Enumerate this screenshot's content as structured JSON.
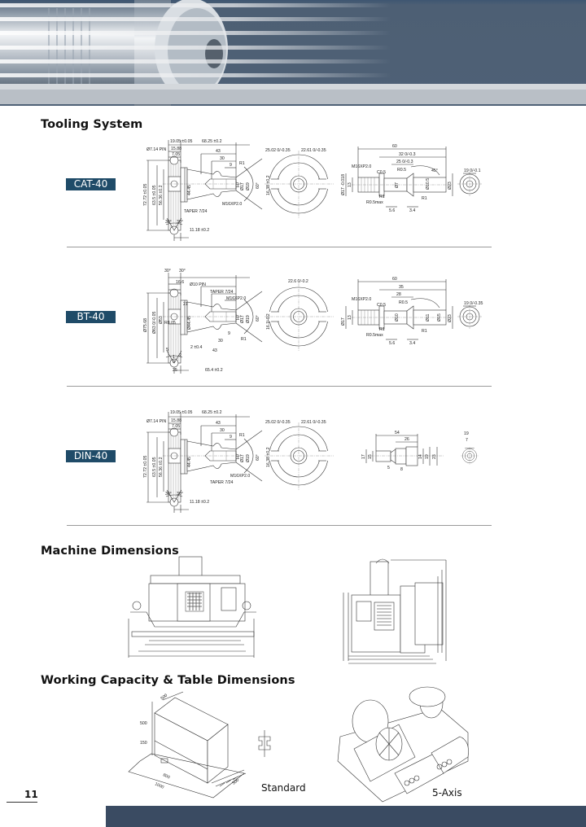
{
  "page_number": "11",
  "tooling": {
    "title": "Tooling System",
    "cat40": {
      "label": "CAT-40",
      "holder_dims": [
        "19.05 ±0.05",
        "68.25 ±0.2",
        "Ø7.14 PIN",
        "15.88",
        "7.05",
        "43",
        "30",
        "9",
        "R1",
        "72.72 ±0.05",
        "63.5 ±0.05",
        "56.36 ±0.2",
        "44.45",
        "M16XP2.0",
        "TAPER 7/24",
        "60°",
        "Ø17",
        "Ø19",
        "H7",
        "30°",
        "30°",
        "11.18 ±0.2"
      ],
      "front_dims": [
        "25.02 0/-0.35",
        "22.61 0/-0.35",
        "16.38 ±0.2"
      ],
      "stud_dims": [
        "60",
        "32 0/-0.3",
        "25 0/-0.3",
        "M16XP2.0",
        "C0.5",
        "R0.5",
        "45°",
        "Ø17 -0.018",
        "13",
        "R1",
        "R0.5max",
        "5.6",
        "3.4",
        "Ø7",
        "Ø10.5",
        "Ø23",
        "R1"
      ],
      "end_dims": [
        "19 0/-0.1"
      ]
    },
    "bt40": {
      "label": "BT-40",
      "holder_dims": [
        "30°",
        "30°",
        "16.6",
        "Ø10 PIN",
        "TAPER 7/24",
        "M16XP2.0",
        "21",
        "Ø75.68",
        "Ø63 0/-0.05",
        "Ø53",
        "R8.05",
        "Ø44.45",
        "H7",
        "Ø17",
        "Ø19",
        "60°",
        "9",
        "30",
        "R1",
        "2 ±0.4",
        "43",
        "5",
        "1",
        "0",
        "2",
        "25",
        "65.4 ±0.2"
      ],
      "front_dims": [
        "22.6 0/-0.2",
        "16.1H12"
      ],
      "stud_dims": [
        "60",
        "35",
        "28",
        "M16XP2.0",
        "C0.5",
        "R0.5",
        "Ø17",
        "13",
        "R1",
        "R0.5max",
        "5.6",
        "3.4",
        "Ø10",
        "Ø11",
        "Ø15",
        "Ø23",
        "R1"
      ],
      "end_dims": [
        "19 0/-0.35"
      ]
    },
    "din40": {
      "label": "DIN-40",
      "holder_dims": [
        "19.05 ±0.05",
        "68.25 ±0.2",
        "Ø7.14 PIN",
        "15.88",
        "7.05",
        "43",
        "30",
        "9",
        "R1",
        "72.72 ±0.05",
        "63.5 ±0.05",
        "56.36 ±0.2",
        "44.45",
        "M16XP2.0",
        "TAPER 7/24",
        "60°",
        "Ø17",
        "Ø19",
        "H7",
        "30°",
        "30°",
        "11.18 ±0.2"
      ],
      "front_dims": [
        "25.02 0/-0.35",
        "22.61 0/-0.35",
        "16.38 ±0.2"
      ],
      "stud_dims": [
        "54",
        "26",
        "17",
        "15",
        "14",
        "19",
        "23",
        "5",
        "8"
      ],
      "end_dims": [
        "19",
        "7"
      ]
    }
  },
  "machine": {
    "title": "Machine Dimensions"
  },
  "capacity": {
    "title": "Working Capacity & Table Dimensions",
    "standard_label": "Standard",
    "five_axis_label": "5-Axis",
    "standard_dims": [
      "500",
      "500",
      "150",
      "1000",
      "800",
      "500"
    ]
  },
  "colors": {
    "header": "#4f6176",
    "tag": "#1f4b68",
    "footer": "#3a4b62"
  }
}
